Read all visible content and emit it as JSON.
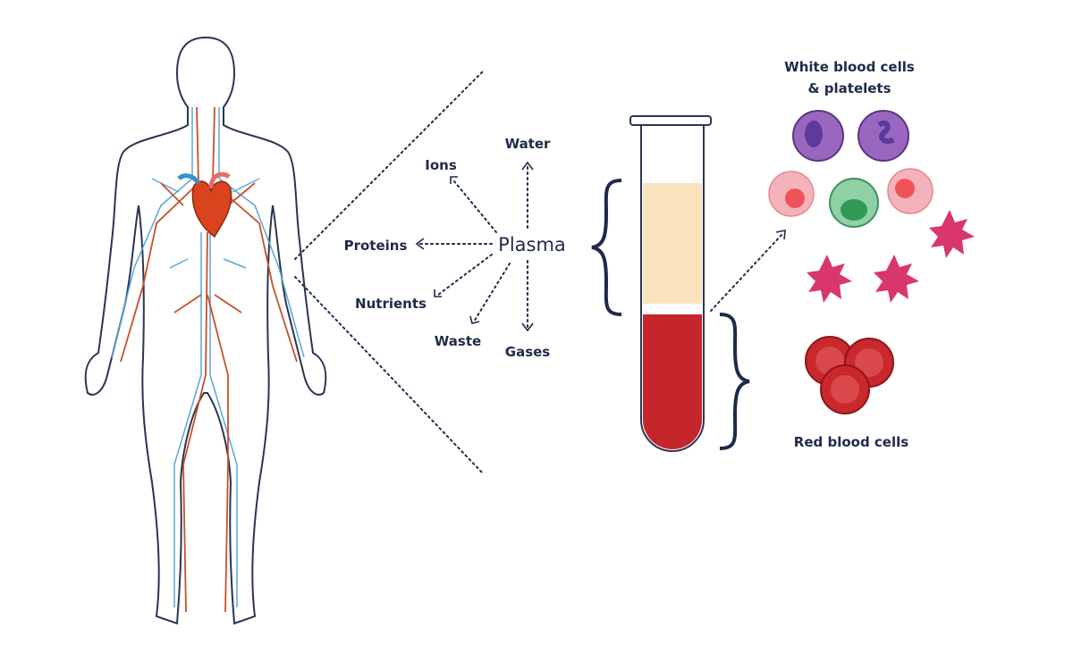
{
  "plasma": {
    "center_label": "Plasma",
    "components": {
      "water": "Water",
      "ions": "Ions",
      "proteins": "Proteins",
      "nutrients": "Nutrients",
      "waste": "Waste",
      "gases": "Gases"
    }
  },
  "cells": {
    "white_title_line1": "White blood cells",
    "white_title_line2": "& platelets",
    "red_title": "Red blood cells"
  },
  "colors": {
    "text": "#1f2a4a",
    "plasma": "#f9e3bd",
    "blood": "#c4262b",
    "artery": "#c8502a",
    "vein": "#5aa6d6",
    "wbc_purple": "#8e5bb5",
    "wbc_pink": "#f4a6ae",
    "wbc_green": "#6fc08d",
    "platelet": "#d9366b"
  }
}
